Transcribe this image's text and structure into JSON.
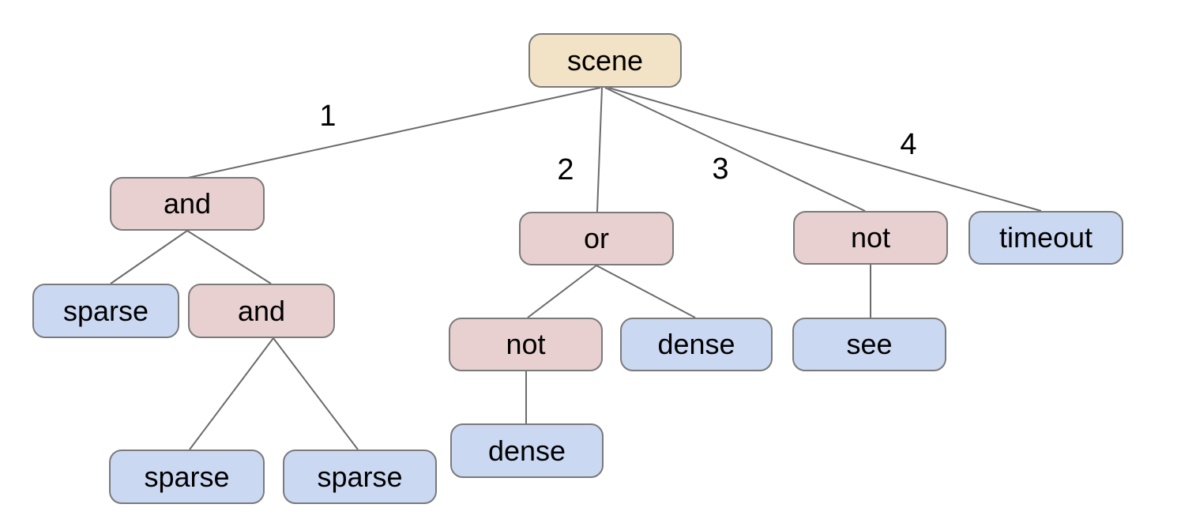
{
  "diagram": {
    "colors": {
      "root_fill": "#f2e2c6",
      "operator_fill": "#e8d0d0",
      "leaf_fill": "#cbd8f2",
      "node_border": "#7a7a7a",
      "edge_color": "#6b6b6b",
      "background": "#ffffff"
    },
    "nodes": [
      {
        "id": "scene",
        "label": "scene",
        "kind": "root"
      },
      {
        "id": "and-1",
        "label": "and",
        "kind": "operator"
      },
      {
        "id": "or-1",
        "label": "or",
        "kind": "operator"
      },
      {
        "id": "not-1",
        "label": "not",
        "kind": "operator"
      },
      {
        "id": "timeout-1",
        "label": "timeout",
        "kind": "leaf"
      },
      {
        "id": "sparse-1",
        "label": "sparse",
        "kind": "leaf"
      },
      {
        "id": "and-2",
        "label": "and",
        "kind": "operator"
      },
      {
        "id": "not-2",
        "label": "not",
        "kind": "operator"
      },
      {
        "id": "dense-1",
        "label": "dense",
        "kind": "leaf"
      },
      {
        "id": "see-1",
        "label": "see",
        "kind": "leaf"
      },
      {
        "id": "sparse-2",
        "label": "sparse",
        "kind": "leaf"
      },
      {
        "id": "sparse-3",
        "label": "sparse",
        "kind": "leaf"
      },
      {
        "id": "dense-2",
        "label": "dense",
        "kind": "leaf"
      }
    ],
    "edges": [
      {
        "from": "scene",
        "to": "and-1",
        "label": "1"
      },
      {
        "from": "scene",
        "to": "or-1",
        "label": "2"
      },
      {
        "from": "scene",
        "to": "not-1",
        "label": "3"
      },
      {
        "from": "scene",
        "to": "timeout-1",
        "label": "4"
      },
      {
        "from": "and-1",
        "to": "sparse-1",
        "label": ""
      },
      {
        "from": "and-1",
        "to": "and-2",
        "label": ""
      },
      {
        "from": "and-2",
        "to": "sparse-2",
        "label": ""
      },
      {
        "from": "and-2",
        "to": "sparse-3",
        "label": ""
      },
      {
        "from": "or-1",
        "to": "not-2",
        "label": ""
      },
      {
        "from": "or-1",
        "to": "dense-1",
        "label": ""
      },
      {
        "from": "not-2",
        "to": "dense-2",
        "label": ""
      },
      {
        "from": "not-1",
        "to": "see-1",
        "label": ""
      }
    ]
  }
}
